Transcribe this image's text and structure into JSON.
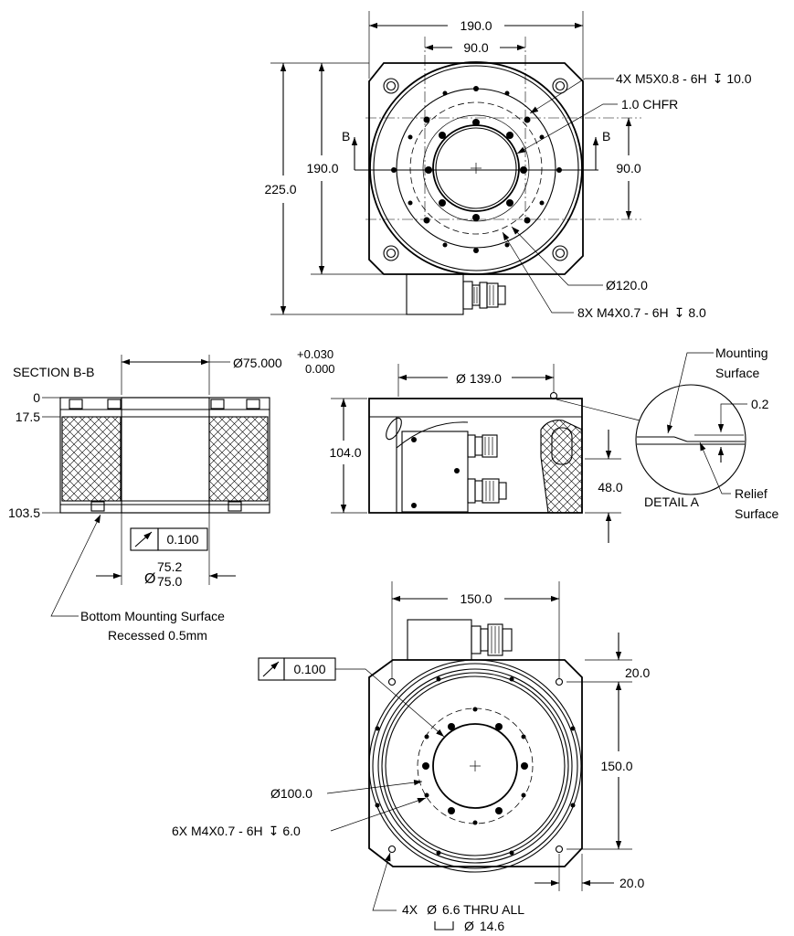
{
  "top_view": {
    "dims": {
      "overall_width": "190.0",
      "bolt_spacing": "90.0",
      "overall_height": "225.0",
      "body_height": "190.0",
      "bolt_spacing_vertical": "90.0",
      "pitch_diameter": "120.0"
    },
    "notes": {
      "m5_holes": "4X M5X0.8 - 6H",
      "m5_depth": "10.0",
      "chamfer": "1.0 CHFR",
      "m4_holes": "8X M4X0.7 - 6H",
      "m4_depth": "8.0"
    },
    "section_marker": "B"
  },
  "section_view": {
    "title": "SECTION B-B",
    "depth_labels": [
      "0",
      "17.5",
      "103.5"
    ],
    "bore_diameter": "75.000",
    "bore_tol_upper": "+0.030",
    "bore_tol_lower": "0.000",
    "runout_value": "0.100",
    "recess_dia_upper": "75.2",
    "recess_dia_lower": "75.0",
    "bottom_note_line1": "Bottom Mounting Surface",
    "bottom_note_line2": "Recessed 0.5mm"
  },
  "side_view": {
    "diameter": "139.0",
    "height": "104.0",
    "lower_height": "48.0"
  },
  "detail_a": {
    "title": "DETAIL A",
    "mounting_label_1": "Mounting",
    "mounting_label_2": "Surface",
    "relief_label_1": "Relief",
    "relief_label_2": "Surface",
    "gap": "0.2"
  },
  "bottom_view": {
    "width": "150.0",
    "height": "150.0",
    "edge_offset_top": "20.0",
    "edge_offset_bottom": "20.0",
    "runout_value": "0.100",
    "pitch_diameter": "100.0",
    "m4_holes": "6X M4X0.7 - 6H",
    "m4_depth": "6.0",
    "thru_note": "4X",
    "thru_dia": "6.6 THRU ALL",
    "cbore_dia": "14.6"
  },
  "symbols": {
    "diameter": "Ø",
    "depth": "↧"
  }
}
